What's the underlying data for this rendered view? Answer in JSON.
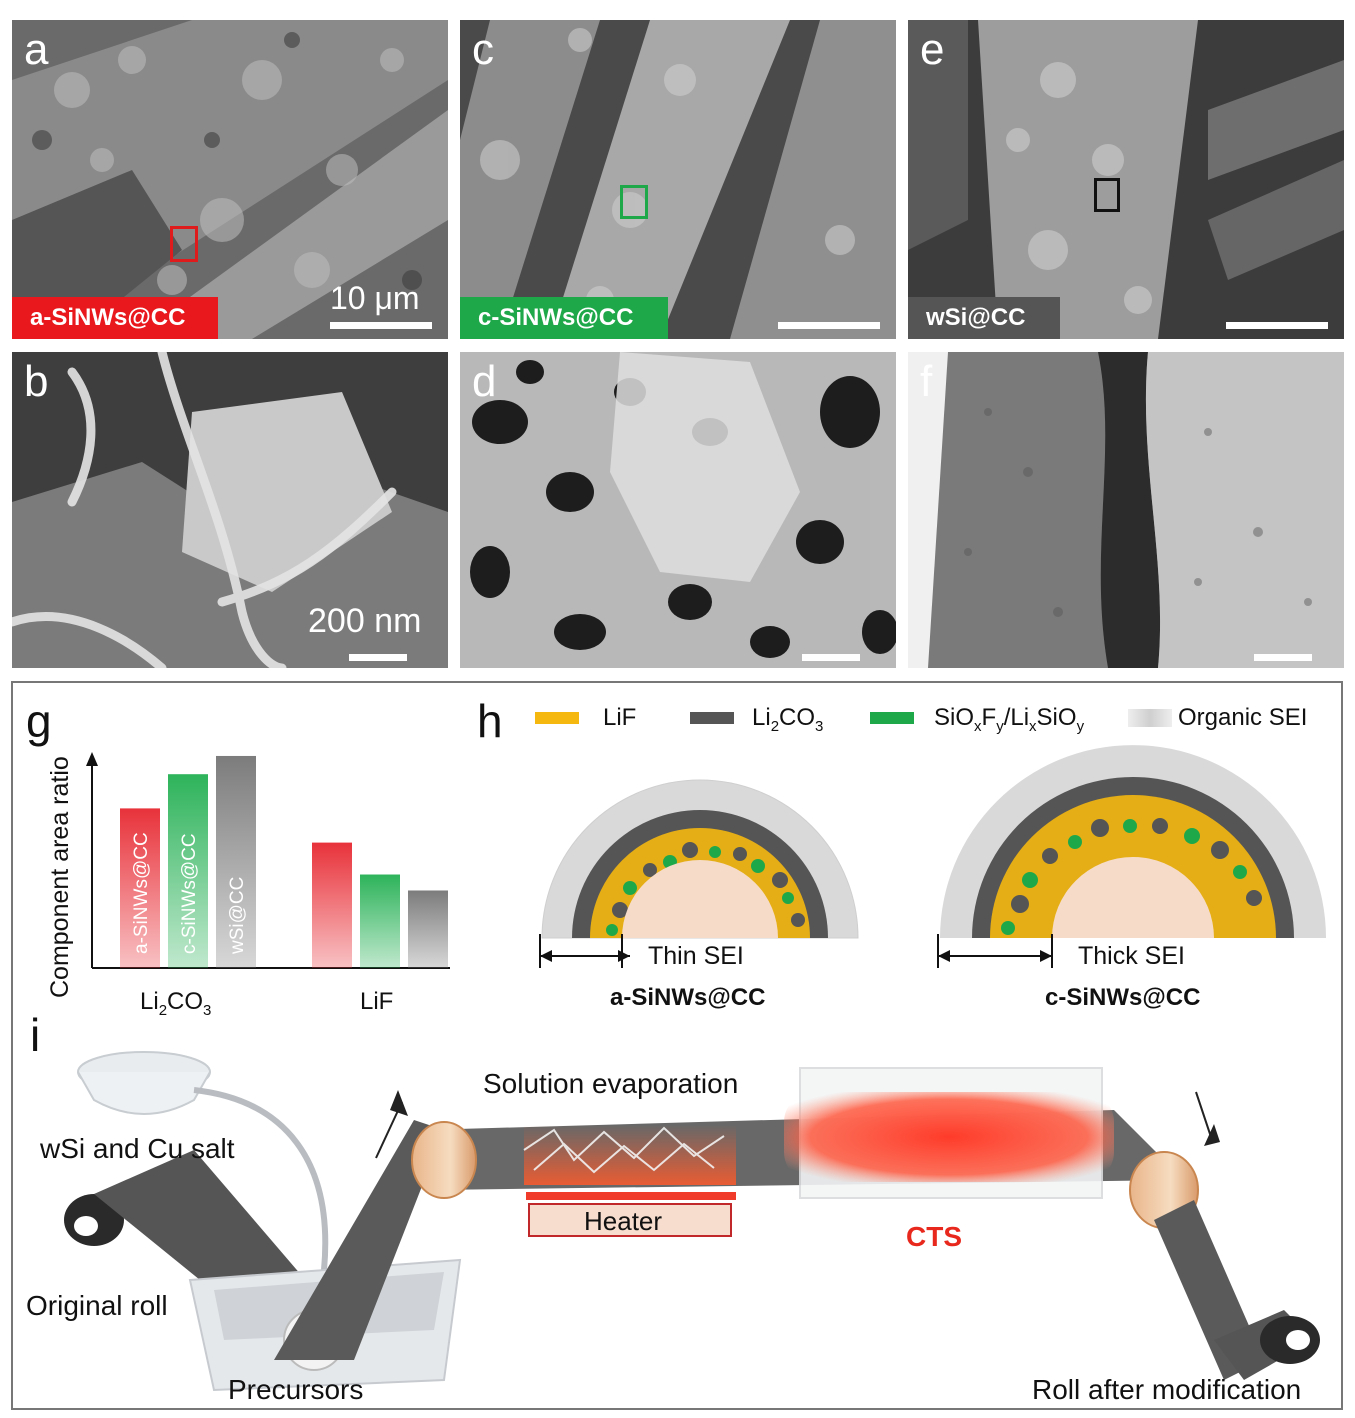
{
  "panels": {
    "a": {
      "letter": "a",
      "tag": "a-SiNWs@CC",
      "tag_color": "#e8181c",
      "scale": "10 μm",
      "roi_color": "#e01b1b"
    },
    "b": {
      "letter": "b",
      "scale": "200 nm"
    },
    "c": {
      "letter": "c",
      "tag": "c-SiNWs@CC",
      "tag_color": "#1fa84a",
      "roi_color": "#1fa84a"
    },
    "d": {
      "letter": "d"
    },
    "e": {
      "letter": "e",
      "tag": "wSi@CC",
      "tag_color": "#555555",
      "roi_color": "#111111"
    },
    "f": {
      "letter": "f"
    },
    "g": {
      "letter": "g"
    },
    "h": {
      "letter": "h"
    },
    "i": {
      "letter": "i"
    }
  },
  "chart_data": {
    "type": "bar",
    "ylabel": "Component area ratio",
    "categories": [
      "Li2CO3",
      "LiF"
    ],
    "category_labels": [
      {
        "main": "Li",
        "sub": "2",
        "rest": "CO",
        "sub2": "3"
      },
      {
        "main": "LiF"
      }
    ],
    "series": [
      {
        "name": "a-SiNWs@CC",
        "color": "#e8323a",
        "values": [
          0.7,
          0.55
        ]
      },
      {
        "name": "c-SiNWs@CC",
        "color": "#2db35a",
        "values": [
          0.85,
          0.41
        ]
      },
      {
        "name": "wSi@CC",
        "color": "#7c7c7c",
        "values": [
          0.93,
          0.34
        ]
      }
    ]
  },
  "legend_h": [
    {
      "name": "LiF",
      "color": "#f5b80f"
    },
    {
      "name": "Li2CO3",
      "color": "#555555"
    },
    {
      "name": "SiOxFy/LixSiOy",
      "color": "#1fa84a"
    },
    {
      "name": "Organic SEI",
      "color": "#dddddd"
    }
  ],
  "schematic_h": {
    "thin_label": "Thin SEI",
    "thick_label": "Thick SEI",
    "left_name": "a-SiNWs@CC",
    "right_name": "c-SiNWs@CC"
  },
  "process_i": {
    "solution_evaporation": "Solution evaporation",
    "wsi_cu_salt": "wSi and Cu salt",
    "heater": "Heater",
    "cts": "CTS",
    "original_roll": "Original roll",
    "precursors": "Precursors",
    "roll_after": "Roll after modification"
  }
}
